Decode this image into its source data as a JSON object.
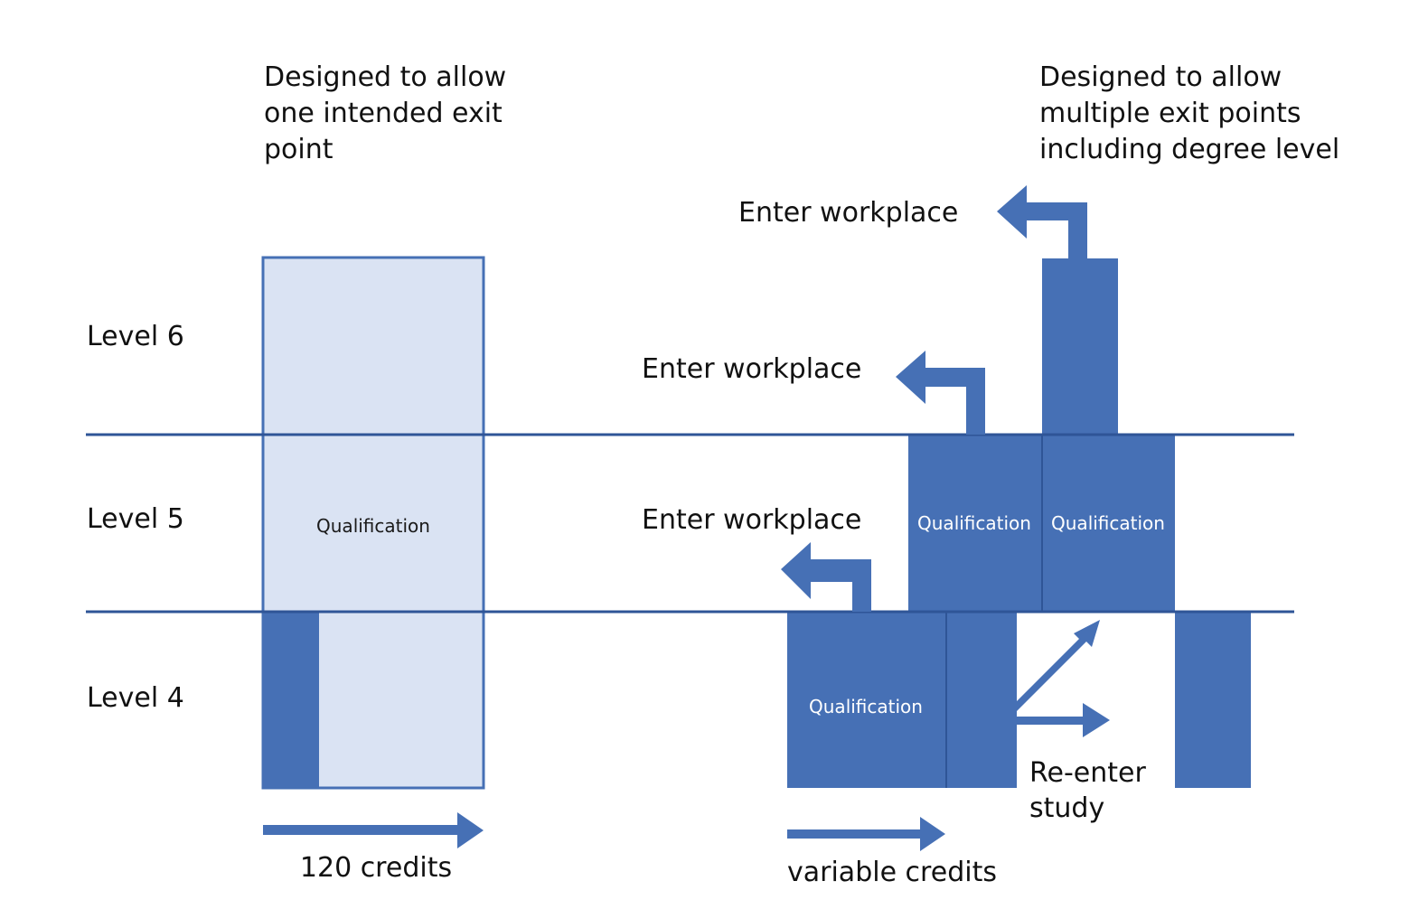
{
  "colors": {
    "primary": "#4670b5",
    "light_fill": "#dae3f3",
    "line": "#2f5597",
    "text": "#111111",
    "white": "#ffffff"
  },
  "left_panel": {
    "heading_lines": [
      "Designed to allow",
      "one intended exit",
      "point"
    ],
    "qualification_label": "Qualification",
    "credits_label": "120 credits"
  },
  "right_panel": {
    "heading_lines": [
      "Designed to allow",
      "multiple exit points",
      "including degree level"
    ],
    "enter_workplace_labels": [
      "Enter workplace",
      "Enter workplace",
      "Enter workplace"
    ],
    "qualification_labels": [
      "Qualification",
      "Qualification",
      "Qualification"
    ],
    "reenter_lines": [
      "Re-enter",
      "study"
    ],
    "credits_label": "variable credits"
  },
  "levels": [
    "Level 6",
    "Level 5",
    "Level 4"
  ]
}
